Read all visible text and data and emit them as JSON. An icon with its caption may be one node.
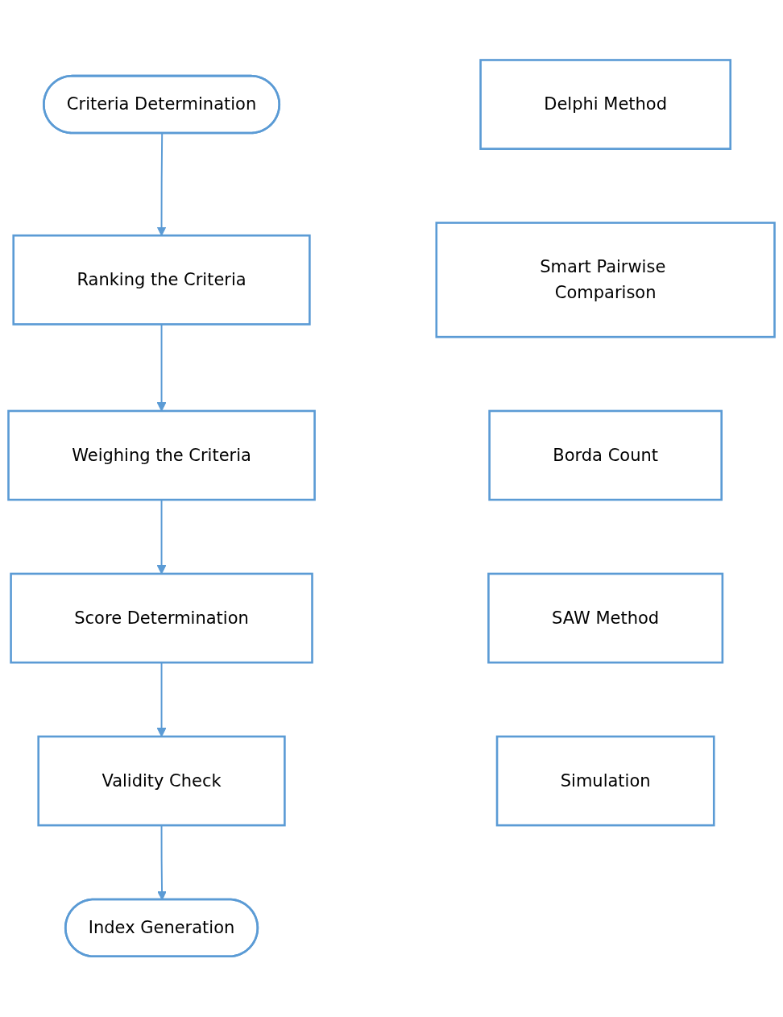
{
  "diagram": {
    "nodes": [
      {
        "text": [
          "Criteria Determination"
        ]
      },
      {
        "text": [
          "Delphi Method"
        ]
      },
      {
        "text": [
          "Ranking the Criteria"
        ]
      },
      {
        "text": [
          "Smart Pairwise Comparison"
        ]
      },
      {
        "text": [
          "Weighing the Criteria"
        ]
      },
      {
        "text": [
          "Borda Count"
        ]
      },
      {
        "text": [
          "Score Determination"
        ]
      },
      {
        "text": [
          "SAW Method"
        ]
      },
      {
        "text": [
          "Validity Check"
        ]
      },
      {
        "text": [
          "Simulation"
        ]
      },
      {
        "text": [
          "Index Generation"
        ]
      }
    ],
    "edges": [
      {
        "from": 0,
        "to": 2,
        "arrow": "to"
      },
      {
        "from": 2,
        "to": 4,
        "arrow": "to"
      },
      {
        "from": 4,
        "to": 6,
        "arrow": "to"
      },
      {
        "from": 6,
        "to": 8,
        "arrow": "to"
      },
      {
        "from": 8,
        "to": 10,
        "arrow": "to"
      }
    ]
  }
}
